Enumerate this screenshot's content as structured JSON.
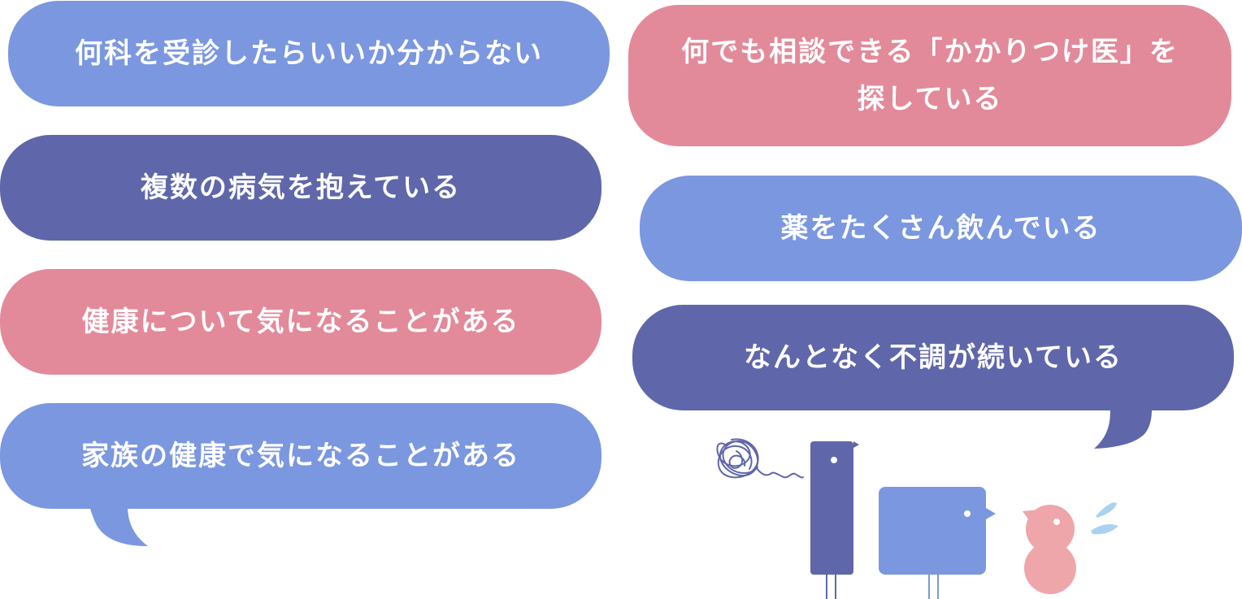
{
  "colors": {
    "light_blue": "#7b97df",
    "dark_blue": "#5f67aa",
    "pink": "#e28a9a",
    "bird_pink": "#eea6ab",
    "drop_blue": "#a9d2ef",
    "text": "#ffffff"
  },
  "left_bubbles": [
    {
      "text": "何科を受診したらいいか分からない",
      "color": "light_blue"
    },
    {
      "text": "複数の病気を抱えている",
      "color": "dark_blue"
    },
    {
      "text": "健康について気になることがある",
      "color": "pink"
    },
    {
      "text": "家族の健康で気になることがある",
      "color": "light_blue"
    }
  ],
  "right_bubbles": [
    {
      "text": "何でも相談できる「かかりつけ医」を\n探している",
      "color": "pink"
    },
    {
      "text": "薬をたくさん飲んでいる",
      "color": "light_blue"
    },
    {
      "text": "なんとなく不調が続いている",
      "color": "dark_blue"
    }
  ],
  "illustration": {
    "icons": [
      "scribble-icon",
      "tall-bird-icon",
      "square-bird-icon",
      "small-pink-bird-icon",
      "sweat-drops-icon"
    ]
  }
}
